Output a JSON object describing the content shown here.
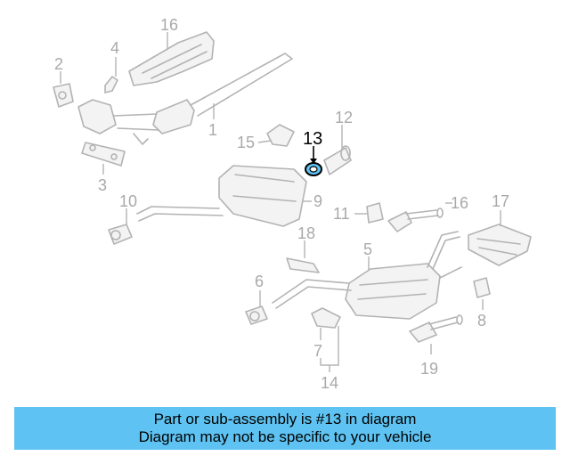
{
  "diagram": {
    "callouts": [
      "1",
      "2",
      "3",
      "4",
      "5",
      "6",
      "7",
      "8",
      "9",
      "10",
      "11",
      "12",
      "13",
      "14",
      "15",
      "16",
      "16",
      "17",
      "18",
      "19"
    ],
    "highlighted_part": "13",
    "highlight_color": "#5ec3f2"
  },
  "banner": {
    "line1": "Part or sub-assembly is #13 in diagram",
    "line2": "Diagram may not be specific to your vehicle",
    "color": "#5ec3f2"
  }
}
